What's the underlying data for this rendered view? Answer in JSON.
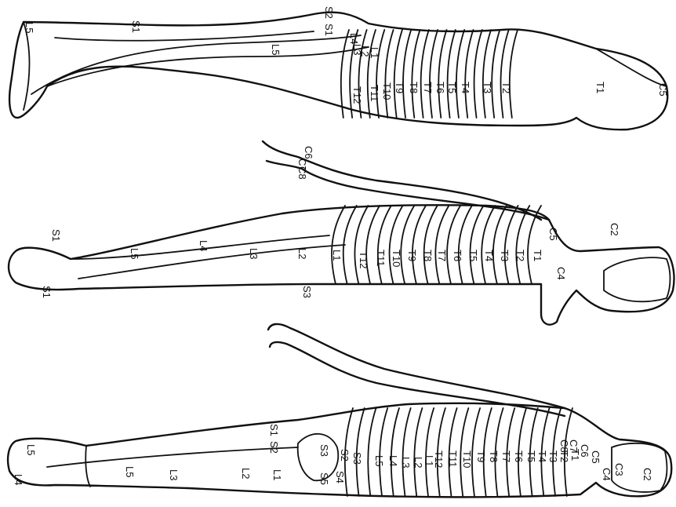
{
  "figure_labels": {
    "top": [
      "L5",
      "S1",
      "S2",
      "S1",
      "L5",
      "L1",
      "L2",
      "L3",
      "L4",
      "T12",
      "T11",
      "T10",
      "T9",
      "T8",
      "T7",
      "T6",
      "T5",
      "T4",
      "T3",
      "T2",
      "T1",
      "C5"
    ],
    "middle": [
      "C6",
      "C7",
      "C8",
      "S1",
      "L5",
      "L4",
      "L3",
      "L2",
      "L1",
      "T12",
      "T11",
      "T10",
      "T9",
      "T8",
      "T7",
      "T6",
      "T5",
      "T4",
      "T3",
      "T2",
      "T1",
      "C5",
      "C2",
      "C4",
      "S3",
      "S1"
    ],
    "bottom": [
      "S1",
      "S2",
      "S3",
      "S2",
      "S3",
      "S5",
      "S4",
      "L5",
      "L4",
      "L5",
      "L3",
      "L2",
      "L1",
      "L1",
      "L2",
      "L3",
      "L4",
      "L5",
      "T12",
      "T11",
      "T10",
      "T9",
      "T8",
      "T7",
      "T6",
      "T5",
      "T4",
      "T3",
      "T2",
      "T1",
      "C8",
      "C7",
      "C6",
      "C5",
      "C4",
      "C3",
      "C2"
    ]
  }
}
